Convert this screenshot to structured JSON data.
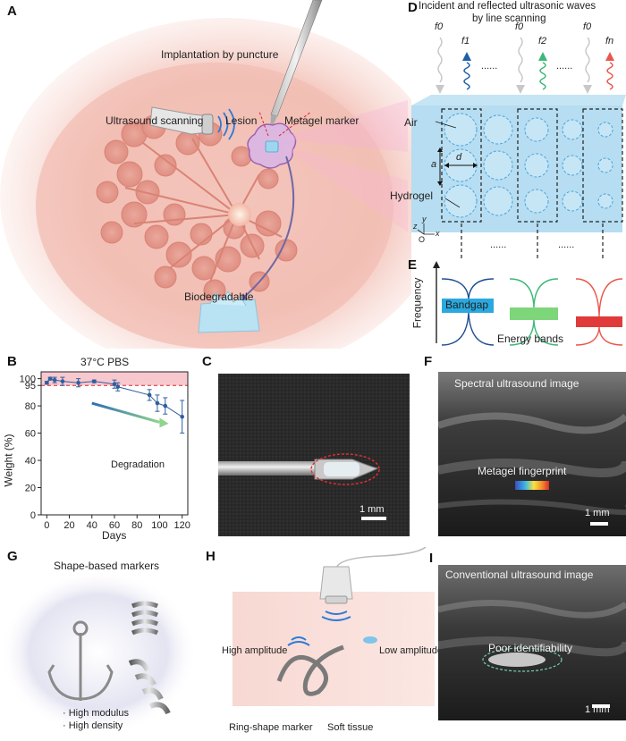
{
  "panels": {
    "a": {
      "letter": "A",
      "implantation": "Implantation by puncture",
      "ultrasound_scanning": "Ultrasound scanning",
      "lesion": "Lesion",
      "metagel_marker": "Metagel marker",
      "biodegradable": "Biodegradable"
    },
    "d": {
      "letter": "D",
      "title_line1": "Incident and reflected ultrasonic waves",
      "title_line2": "by line scanning",
      "freq_labels": [
        "f0",
        "f1",
        "f0",
        "f2",
        "f0",
        "fn"
      ],
      "dots": "......",
      "air": "Air",
      "hydrogel": "Hydrogel",
      "a_label": "a",
      "d_label": "d",
      "axis_x": "x",
      "axis_y": "y",
      "axis_z": "z",
      "axis_o": "O"
    },
    "e": {
      "letter": "E",
      "frequency": "Frequency",
      "bandgap": "Bandgap",
      "energy_bands": "Energy bands",
      "dots": "......",
      "colors": [
        "#2aa9e0",
        "#7ed67a",
        "#e03a3a"
      ]
    },
    "b": {
      "letter": "B",
      "title": "37°C PBS",
      "ylabel": "Weight (%)",
      "xlabel": "Days",
      "degradation": "Degradation"
    },
    "c": {
      "letter": "C",
      "scale": "1 mm"
    },
    "f": {
      "letter": "F",
      "title": "Spectral ultrasound image",
      "fingerprint": "Metagel fingerprint",
      "scale": "1 mm"
    },
    "g": {
      "letter": "G",
      "title": "Shape-based markers",
      "bullet1": "· High modulus",
      "bullet2": "· High density"
    },
    "h": {
      "letter": "H",
      "high_amplitude": "High amplitude",
      "low_amplitude": "Low amplitude",
      "ring_marker": "Ring-shape marker",
      "soft_tissue": "Soft tissue"
    },
    "i": {
      "letter": "I",
      "title": "Conventional ultrasound image",
      "poor": "Poor identifiability",
      "scale": "1 mm"
    }
  },
  "chart_data": {
    "type": "scatter",
    "title": "37°C PBS",
    "xlabel": "Days",
    "ylabel": "Weight (%)",
    "xlim": [
      -5,
      125
    ],
    "ylim": [
      0,
      105
    ],
    "xticks": [
      0,
      20,
      40,
      60,
      80,
      100,
      120
    ],
    "yticks": [
      0,
      20,
      40,
      60,
      80,
      95,
      100
    ],
    "threshold": 95,
    "shaded_band": [
      95,
      105
    ],
    "x": [
      0,
      3,
      7,
      14,
      28,
      42,
      60,
      63,
      91,
      98,
      105,
      120
    ],
    "y": [
      97,
      100,
      99,
      98,
      97,
      98,
      96,
      94,
      88,
      82,
      80,
      72
    ],
    "err": [
      1,
      1,
      2,
      3,
      3,
      1,
      3,
      3,
      4,
      6,
      6,
      12
    ],
    "annotation": "Degradation"
  }
}
